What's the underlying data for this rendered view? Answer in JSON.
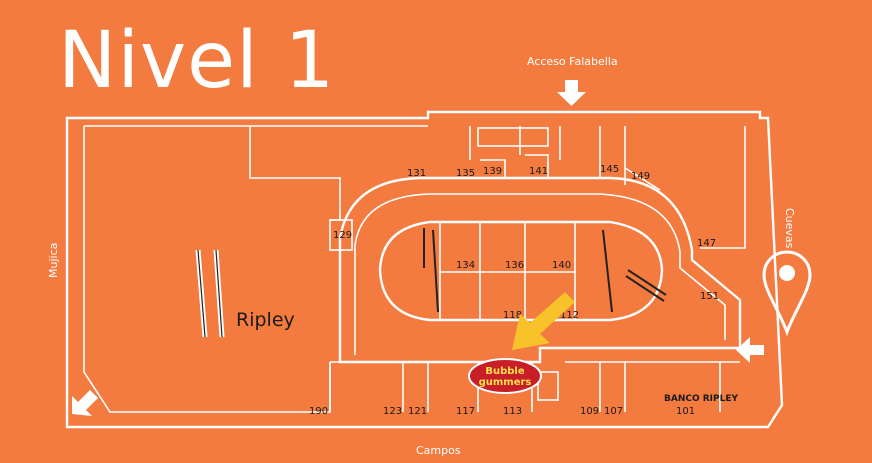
{
  "map": {
    "title": "Nivel 1",
    "entrances": {
      "top": "Acceso Falabella",
      "bottom": "Campos",
      "left": "Mujica",
      "right": "Cuevas"
    },
    "anchor_store": "Ripley",
    "bank": "BANCO RIPLEY",
    "brand_logo_text": [
      "Bubble",
      "gummers"
    ],
    "store_numbers": [
      "131",
      "135",
      "139",
      "141",
      "145",
      "149",
      "129",
      "147",
      "134",
      "136",
      "140",
      "151",
      "118",
      "112",
      "190",
      "123",
      "121",
      "117",
      "113",
      "109",
      "107",
      "101"
    ],
    "colors": {
      "background": "#F47B3F",
      "lines": "#FFFFFF",
      "arrow": "#F7C22A",
      "logo": "#D0202A"
    }
  }
}
